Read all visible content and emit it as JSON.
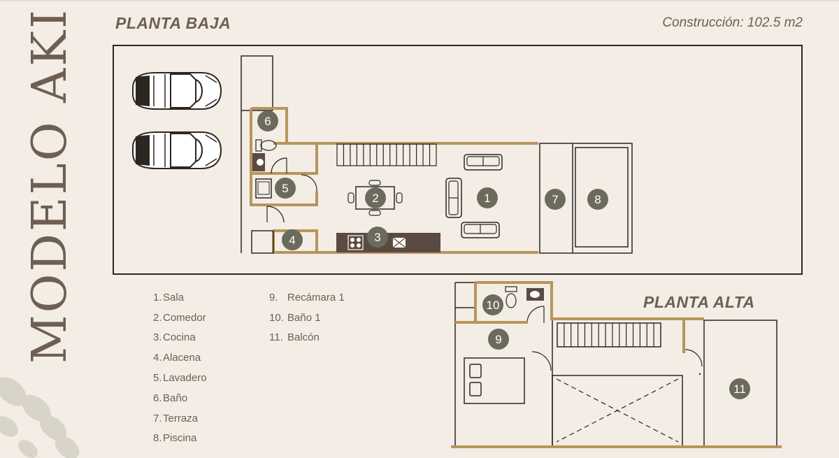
{
  "model_title": "MODELO AKI",
  "ground_floor": {
    "title": "PLANTA BAJA"
  },
  "upper_floor": {
    "title": "PLANTA ALTA"
  },
  "construction": {
    "label": "Construcción: 102.5 m2"
  },
  "room_markers": [
    "1",
    "2",
    "3",
    "4",
    "5",
    "6",
    "7",
    "8",
    "9",
    "10",
    "11"
  ],
  "legend": {
    "column_a": [
      {
        "num": "1.",
        "label": "Sala"
      },
      {
        "num": "2.",
        "label": "Comedor"
      },
      {
        "num": "3.",
        "label": "Cocina"
      },
      {
        "num": "4.",
        "label": "Alacena"
      },
      {
        "num": "5.",
        "label": "Lavadero"
      },
      {
        "num": "6.",
        "label": "Baño"
      },
      {
        "num": "7.",
        "label": "Terraza"
      },
      {
        "num": "8.",
        "label": "Piscina"
      }
    ],
    "column_b": [
      {
        "num": "9.",
        "label": "Recámara 1"
      },
      {
        "num": "10.",
        "label": "Baño 1"
      },
      {
        "num": "11.",
        "label": "Balcón"
      }
    ]
  },
  "colors": {
    "background": "#f3ede6",
    "wall_accent": "#b8955c",
    "line": "#2b2622",
    "marker": "#6b6b5b",
    "text": "#6e5f52",
    "counter": "#5b4a42"
  }
}
